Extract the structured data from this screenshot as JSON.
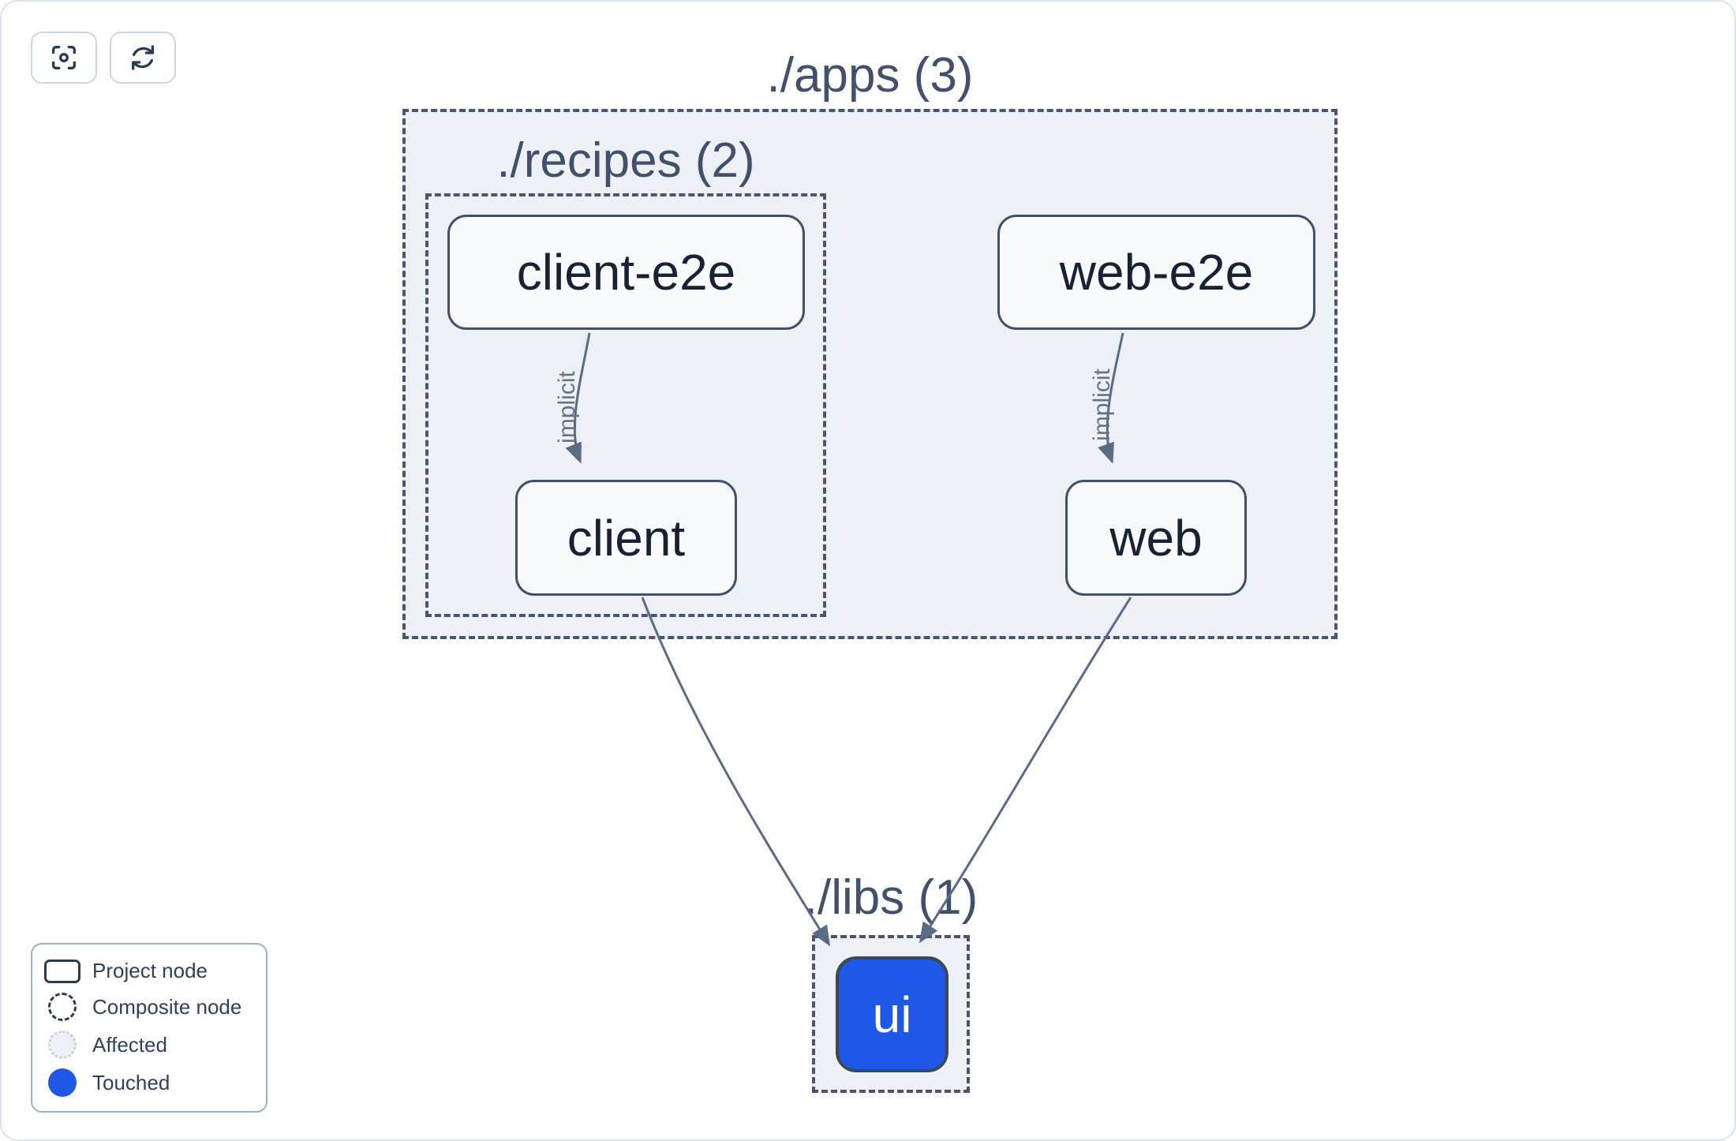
{
  "toolbar": {
    "buttons": [
      {
        "icon": "crosshair-focus-icon"
      },
      {
        "icon": "refresh-icon"
      }
    ]
  },
  "graph": {
    "composites": [
      {
        "name": "apps",
        "label": "./apps (3)"
      },
      {
        "name": "recipes",
        "label": "./recipes (2)"
      },
      {
        "name": "libs",
        "label": "./libs (1)"
      }
    ],
    "nodes": [
      {
        "id": "client-e2e",
        "label": "client-e2e",
        "state": "normal"
      },
      {
        "id": "web-e2e",
        "label": "web-e2e",
        "state": "normal"
      },
      {
        "id": "client",
        "label": "client",
        "state": "normal"
      },
      {
        "id": "web",
        "label": "web",
        "state": "normal"
      },
      {
        "id": "ui",
        "label": "ui",
        "state": "touched"
      }
    ],
    "edges": [
      {
        "from": "client-e2e",
        "to": "client",
        "label": "implicit"
      },
      {
        "from": "web-e2e",
        "to": "web",
        "label": "implicit"
      },
      {
        "from": "client",
        "to": "ui",
        "label": ""
      },
      {
        "from": "web",
        "to": "ui",
        "label": ""
      }
    ]
  },
  "legend": {
    "items": [
      {
        "icon": "project-node-swatch",
        "label": "Project node"
      },
      {
        "icon": "composite-node-swatch",
        "label": "Composite node"
      },
      {
        "icon": "affected-swatch",
        "label": "Affected"
      },
      {
        "icon": "touched-swatch",
        "label": "Touched"
      }
    ]
  },
  "colors": {
    "touched_blue": "#1f58e6",
    "edge": "#5b6b85",
    "dashed_border": "#4a5670",
    "composite_fill": "#edf1f6",
    "node_border": "#42506b",
    "node_fill": "#f8fafc",
    "title_text": "#42506b"
  }
}
